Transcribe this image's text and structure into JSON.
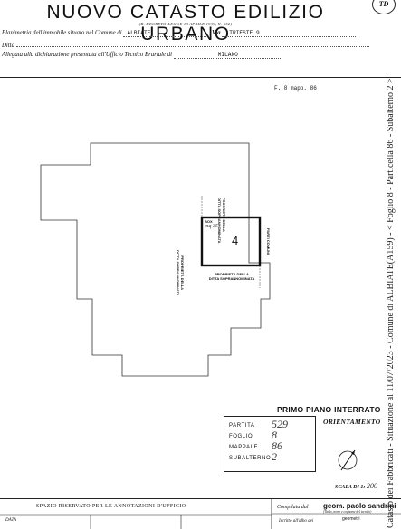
{
  "header": {
    "title": "NUOVO CATASTO EDILIZIO URBANO",
    "badge": "TD",
    "decree": "(R. DECRETO-LEGGE 13 APRILE 1939, N. 652)",
    "planimetria_label": "Planimetria dell'immobile situato nel Comune di",
    "comune": "ALBIATE",
    "via_label": "Via",
    "via": "TRIESTE 9",
    "ditta_label": "Ditta",
    "allegata_label": "Allegata alla dichiarazione presentata all'Ufficio Tecnico Erariale di",
    "ufficio": "MILANO"
  },
  "plan": {
    "reference": "F. 8 mapp. 86",
    "unit_number": "4",
    "box_label_1": "BOX",
    "box_label_2": "mq 35",
    "label_top_1": "PROPRIETÀ DELLA",
    "label_top_2": "DITTA SOPRANNOMINATA",
    "label_left_1": "PROPRIETÀ DELLA",
    "label_left_2": "DITTA SOPRANNOMINATA",
    "label_right": "PARTI COMUNI",
    "label_bottom_1": "PROPRIETÀ DELLA",
    "label_bottom_2": "DITTA SOPRANNOMINATA",
    "floor_label": "PRIMO PIANO INTERRATO"
  },
  "stamp": {
    "partita_label": "PARTITA",
    "partita_value": "529",
    "foglio_label": "FOGLIO",
    "foglio_value": "8",
    "mappale_label": "MAPPALE",
    "mappale_value": "86",
    "sub_label": "SUBALTERNO",
    "sub_value": "2"
  },
  "orientation": {
    "label": "ORIENTAMENTO",
    "scale_label": "SCALA DI 1:",
    "scale_value": "200"
  },
  "footer": {
    "annotations_title": "SPAZIO RISERVATO PER LE ANNOTAZIONI D'UFFICIO",
    "compilata_label": "Compilata dal",
    "compiler": "geom. paolo sandrini",
    "compiler_note": "(Titolo, nome e cognome del tecnico)",
    "data_label": "DATA",
    "iscritto_label": "Iscritto all'albo dei",
    "albo": "geometri"
  },
  "side_note": "Catasto dei Fabbricati - Situazione al 11/07/2023 - Comune di ALBIATE(A159) - < Foglio 8 - Particella 86 - Subalterno 2 >"
}
